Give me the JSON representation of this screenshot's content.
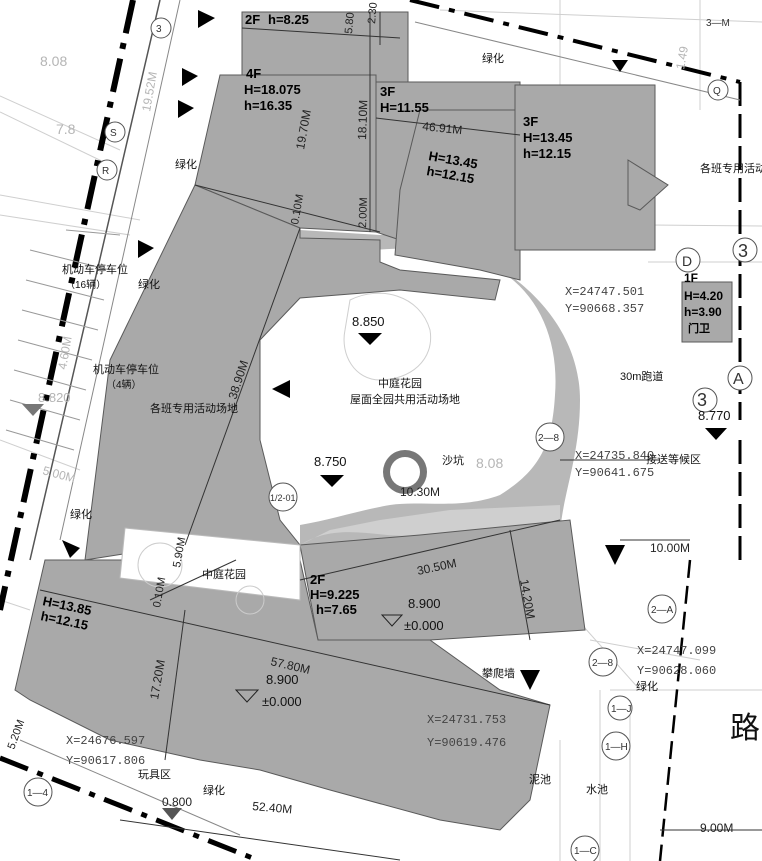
{
  "buildings": {
    "top_strip": {
      "floors": "2F",
      "height": "h=8.25"
    },
    "north_4f": {
      "floors": "4F",
      "h_upper": "H=18.075",
      "h_lower": "h=16.35"
    },
    "north_3f_a": {
      "floors": "3F",
      "h_upper": "H=11.55"
    },
    "north_3f_b": {
      "h_upper": "H=13.45",
      "h_lower": "h=12.15"
    },
    "north_3f_c": {
      "floors": "3F",
      "h_upper": "H=13.45",
      "h_lower": "h=12.15"
    },
    "south_main": {
      "h_upper": "H=13.85",
      "h_lower": "h=12.15"
    },
    "middle_2f": {
      "floors": "2F",
      "h_upper": "H=9.225",
      "h_lower": "h=7.65"
    },
    "gatehouse": {
      "floors": "1F",
      "h_upper": "H=4.20",
      "h_lower": "h=3.90",
      "name": "门卫"
    }
  },
  "dimensions": {
    "d_5_80": "5.80",
    "d_2_30": "2.30",
    "d_19_70": "19.70M",
    "d_18_10": "18.10M",
    "d_46_91": "46.91M",
    "d_0_10_top": "0.10M",
    "d_2_00": "2.00M",
    "d_38_90": "38.90M",
    "d_30_50": "30.50M",
    "d_14_20": "14.20M",
    "d_57_80": "57.80M",
    "d_17_20": "17.20M",
    "d_52_40": "52.40M",
    "d_10_30": "10.30M",
    "d_10_00": "10.00M",
    "d_9_00": "9.00M",
    "d_5_90": "5.90M",
    "d_0_10_left": "0.10M",
    "d_5_20": "5.20M",
    "d_0_800": "0.800",
    "d_1_49": "1.49",
    "d_19_52": "19.52M",
    "d_8_08": "8.08",
    "d_7_8": "7.8",
    "d_4_60": "4.60M",
    "d_5_00": "5.00M"
  },
  "elevations": {
    "courtyard_high": "8.850",
    "courtyard_low": "8.750",
    "middle_floor": "8.900",
    "middle_zero": "±0.000",
    "south_floor": "8.900",
    "south_zero": "±0.000",
    "entrance": "8.770",
    "left_road": "8.820",
    "right_8_08": "8.08"
  },
  "coordinates": {
    "c1_x": "X=24747.501",
    "c1_y": "Y=90668.357",
    "c2_x": "X=24735.840",
    "c2_y": "Y=90641.675",
    "c3_x": "X=24747.099",
    "c3_y": "Y=90628.060",
    "c4_x": "X=24731.753",
    "c4_y": "Y=90619.476",
    "c5_x": "X=24676.597",
    "c5_y": "Y=90617.806"
  },
  "labels": {
    "green_top": "绿化",
    "green_left_top": "绿化",
    "green_left_mid": "绿化",
    "green_left_low": "绿化",
    "green_bottom": "绿化",
    "green_right": "绿化",
    "class_activity_right": "各班专用活动场",
    "class_activity_left": "各班专用活动场地",
    "parking_16": "机动车停车位",
    "parking_16_count": "（16辆）",
    "parking_4": "机动车停车位",
    "parking_4_count": "（4辆）",
    "courtyard_title": "中庭花园",
    "courtyard_sub": "屋面全园共用活动场地",
    "sandpit": "沙坑",
    "mid_garden": "中庭花园",
    "road_30m": "30m跑道",
    "drop_off": "接送等候区",
    "climbing_wall": "攀爬墙",
    "mud_pit": "泥池",
    "pool": "水池",
    "toy_area": "玩具区",
    "road": "路"
  },
  "tags": {
    "t_3m": "3—M",
    "t_3": "3",
    "t_s": "S",
    "t_r": "R",
    "t_q": "Q",
    "t_d": "D",
    "t_3_right": "3",
    "t_3_right2": "3",
    "t_a": "A",
    "t_2_8_top": "2—8",
    "t_1_2_01": "1/2-01",
    "t_2_a": "2—A",
    "t_2_8": "2—8",
    "t_1_j": "1—J",
    "t_1_h": "1—H",
    "t_1_4": "1—4",
    "t_1_c": "1—C"
  }
}
